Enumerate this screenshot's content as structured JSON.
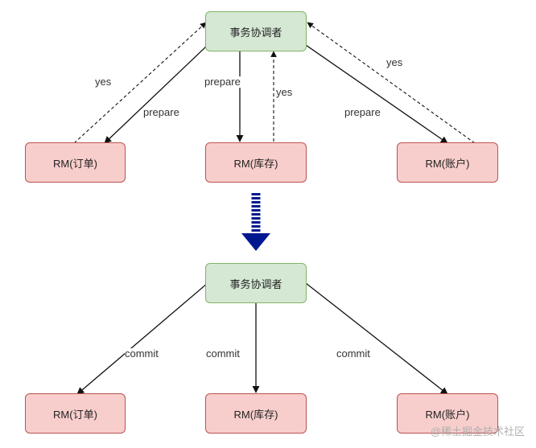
{
  "top": {
    "coordinator": "事务协调者",
    "rms": [
      "RM(订单)",
      "RM(库存)",
      "RM(账户)"
    ],
    "prepare_label": "prepare",
    "yes_label": "yes"
  },
  "bottom": {
    "coordinator": "事务协调者",
    "rms": [
      "RM(订单)",
      "RM(库存)",
      "RM(账户)"
    ],
    "commit_label": "commit"
  },
  "colors": {
    "coordinator_fill": "#d5e8d4",
    "coordinator_stroke": "#82b366",
    "rm_fill": "#f8cecc",
    "rm_stroke": "#b85450",
    "transition_arrow": "#00188f"
  },
  "watermark": "@稀土掘金技术社区"
}
